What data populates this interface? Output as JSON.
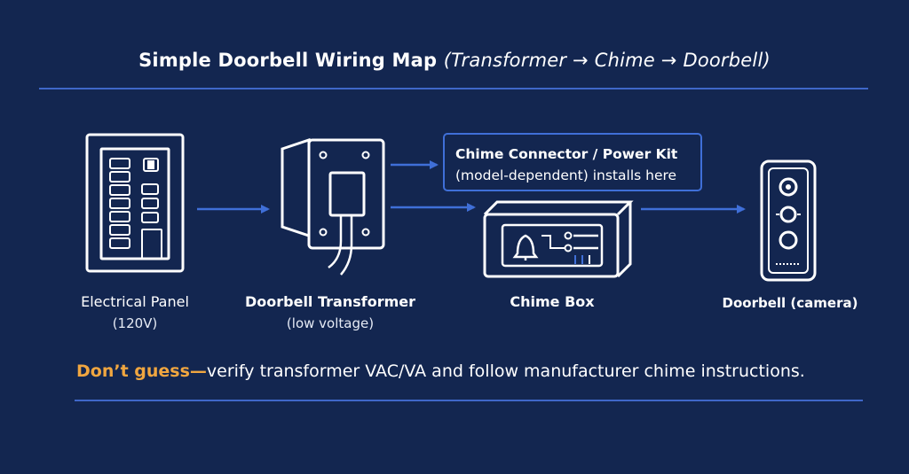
{
  "title": {
    "main": "Simple Doorbell Wiring Map",
    "sub": "(Transformer → Chime → Doorbell)"
  },
  "nodes": {
    "panel": {
      "label": "Electrical Panel",
      "sub": "(120V)"
    },
    "transformer": {
      "label": "Doorbell Transformer",
      "sub": "(low voltage)"
    },
    "chime": {
      "label": "Chime Box"
    },
    "doorbell": {
      "label": "Doorbell (camera)"
    }
  },
  "callout": {
    "line1": "Chime Connector / Power Kit",
    "line2": "(model-dependent) installs here"
  },
  "warning": {
    "accent": "Don’t guess—",
    "text": "verify transformer VAC/VA and follow manufacturer chime instructions."
  },
  "colors": {
    "background": "#132650",
    "accent_blue": "#3f6fd8",
    "warning_orange": "#f0a640",
    "line": "#ffffff"
  }
}
